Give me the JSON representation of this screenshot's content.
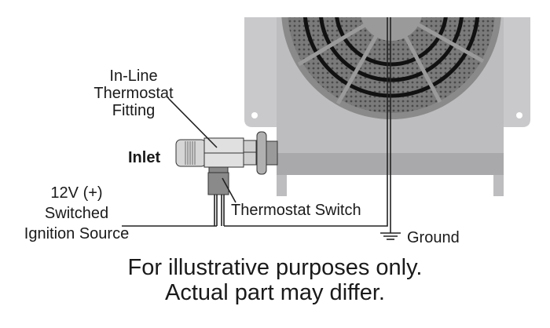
{
  "labels": {
    "fitting": [
      "In-Line",
      "Thermostat",
      "Fitting"
    ],
    "inlet": "Inlet",
    "source": [
      "12V (+)",
      "Switched",
      "Ignition Source"
    ],
    "switch": "Thermostat Switch",
    "ground": "Ground"
  },
  "disclaimer": [
    "For illustrative purposes only.",
    "Actual part may differ."
  ],
  "colors": {
    "housing": "#c9c9cb",
    "body": "#b8b8ba",
    "fan": "#2a2a2a",
    "wire": "#222222"
  }
}
